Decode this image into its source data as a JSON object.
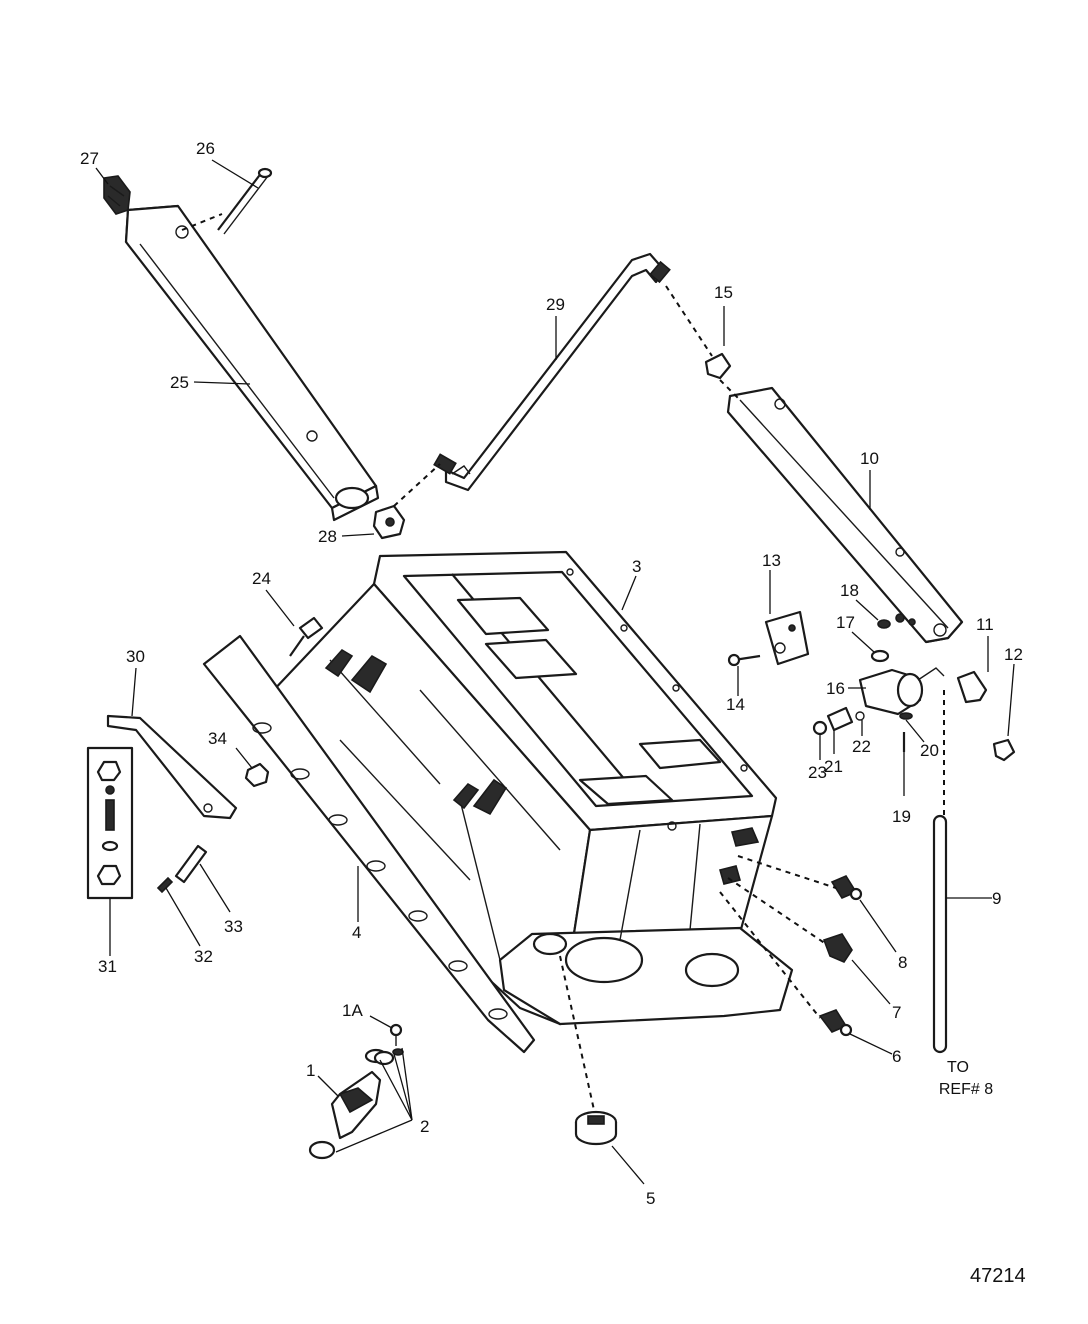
{
  "figure_number": "47214",
  "callouts": [
    {
      "id": "c27",
      "text": "27"
    },
    {
      "id": "c26",
      "text": "26"
    },
    {
      "id": "c25",
      "text": "25"
    },
    {
      "id": "c29",
      "text": "29"
    },
    {
      "id": "c15",
      "text": "15"
    },
    {
      "id": "c10",
      "text": "10"
    },
    {
      "id": "c28",
      "text": "28"
    },
    {
      "id": "c24",
      "text": "24"
    },
    {
      "id": "c3",
      "text": "3"
    },
    {
      "id": "c13",
      "text": "13"
    },
    {
      "id": "c18",
      "text": "18"
    },
    {
      "id": "c17",
      "text": "17"
    },
    {
      "id": "c11",
      "text": "11"
    },
    {
      "id": "c12",
      "text": "12"
    },
    {
      "id": "c14",
      "text": "14"
    },
    {
      "id": "c16",
      "text": "16"
    },
    {
      "id": "c30",
      "text": "30"
    },
    {
      "id": "c34",
      "text": "34"
    },
    {
      "id": "c21",
      "text": "21"
    },
    {
      "id": "c22",
      "text": "22"
    },
    {
      "id": "c20",
      "text": "20"
    },
    {
      "id": "c23",
      "text": "23"
    },
    {
      "id": "c19",
      "text": "19"
    },
    {
      "id": "c9",
      "text": "9"
    },
    {
      "id": "c33",
      "text": "33"
    },
    {
      "id": "c4",
      "text": "4"
    },
    {
      "id": "c8",
      "text": "8"
    },
    {
      "id": "c31",
      "text": "31"
    },
    {
      "id": "c32",
      "text": "32"
    },
    {
      "id": "c7",
      "text": "7"
    },
    {
      "id": "c1A",
      "text": "1A"
    },
    {
      "id": "c6",
      "text": "6"
    },
    {
      "id": "c1",
      "text": "1"
    },
    {
      "id": "c2",
      "text": "2"
    },
    {
      "id": "c5",
      "text": "5"
    }
  ],
  "reference_note": {
    "line1": "TO",
    "line2": "REF# 8"
  }
}
